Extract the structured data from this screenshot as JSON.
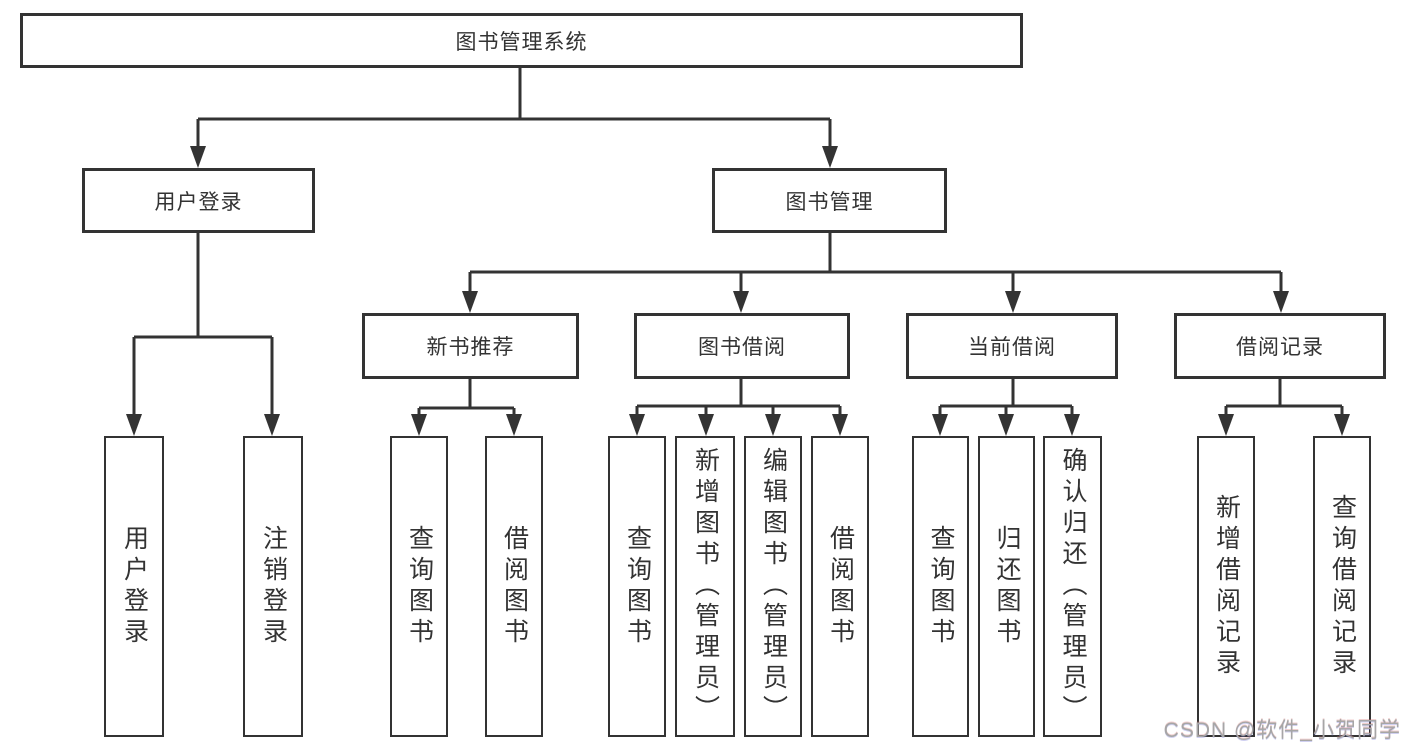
{
  "diagram": {
    "tree": {
      "root": {
        "label": "图书管理系统"
      },
      "branches": [
        {
          "label": "用户登录",
          "children": [
            {
              "label": "用户登录"
            },
            {
              "label": "注销登录"
            }
          ]
        },
        {
          "label": "图书管理",
          "children": [
            {
              "label": "新书推荐",
              "children": [
                {
                  "label": "查询图书"
                },
                {
                  "label": "借阅图书"
                }
              ]
            },
            {
              "label": "图书借阅",
              "children": [
                {
                  "label": "查询图书"
                },
                {
                  "label": "新增图书（管理员）"
                },
                {
                  "label": "编辑图书（管理员）"
                },
                {
                  "label": "借阅图书"
                }
              ]
            },
            {
              "label": "当前借阅",
              "children": [
                {
                  "label": "查询图书"
                },
                {
                  "label": "归还图书"
                },
                {
                  "label": "确认归还（管理员）"
                }
              ]
            },
            {
              "label": "借阅记录",
              "children": [
                {
                  "label": "新增借阅记录"
                },
                {
                  "label": "查询借阅记录"
                }
              ]
            }
          ]
        }
      ]
    },
    "colors": {
      "line": "#333333",
      "box_border": "#333333",
      "text": "#333333",
      "watermark": "#a6a6a6",
      "background": "#ffffff"
    }
  },
  "watermark": {
    "text": "CSDN @软件_小贺同学"
  }
}
